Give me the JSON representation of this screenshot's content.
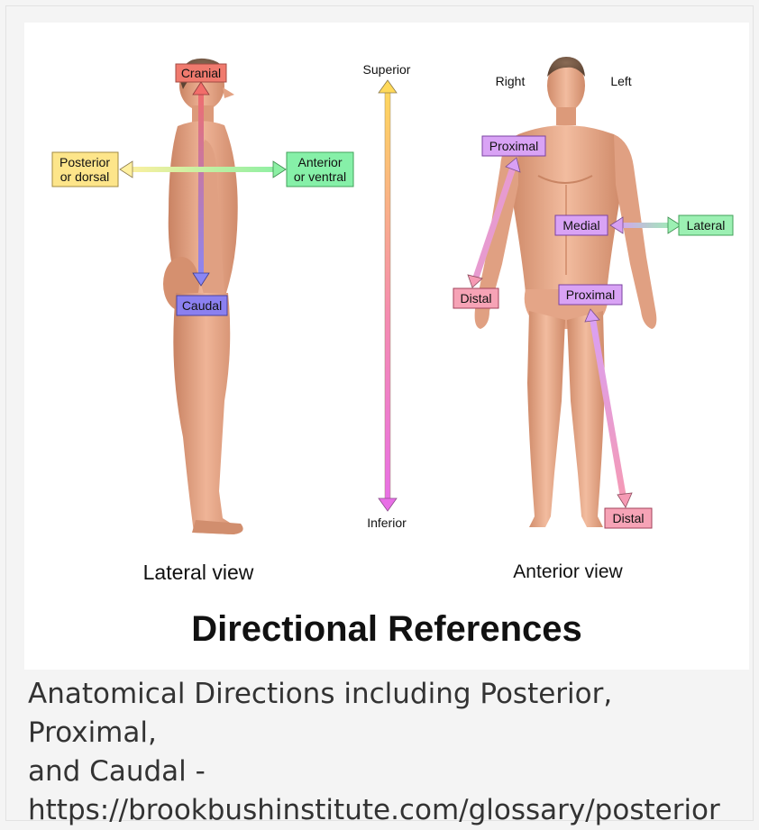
{
  "diagram": {
    "title": "Directional References",
    "lateral_view_label": "Lateral view",
    "anterior_view_label": "Anterior view",
    "labels": {
      "cranial": "Cranial",
      "caudal": "Caudal",
      "posterior": [
        "Posterior",
        "or dorsal"
      ],
      "anterior": [
        "Anterior",
        "or ventral"
      ],
      "superior": "Superior",
      "inferior": "Inferior",
      "right": "Right",
      "left": "Left",
      "proximal_arm": "Proximal",
      "distal_arm": "Distal",
      "medial": "Medial",
      "lateral": "Lateral",
      "proximal_leg": "Proximal",
      "distal_leg": "Distal"
    },
    "colors": {
      "cranial_box": "#f07a6e",
      "caudal_box": "#8b80f0",
      "posterior_box": "#fde58a",
      "anterior_box": "#86f0a8",
      "proximal_box": "#d9a3f5",
      "distal_box": "#f6a3b6",
      "lateral_box": "#9cf0b3",
      "skin": "#e8ab8c"
    }
  },
  "caption": {
    "line1": "Anatomical Directions including Posterior, Proximal,",
    "line2": "and Caudal -",
    "line3": "https://brookbushinstitute.com/glossary/posterior"
  }
}
